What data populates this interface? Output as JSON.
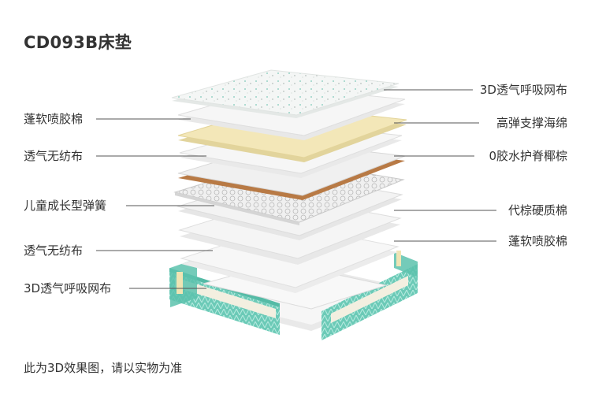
{
  "title": "CD093B床垫",
  "labels_left": [
    "蓬软喷胶棉",
    "透气无纺布",
    "儿童成长型弹簧",
    "透气无纺布",
    "3D透气呼吸网布"
  ],
  "labels_right": [
    "3D透气呼吸网布",
    "高弹支撑海绵",
    "0胶水护脊椰棕",
    "代棕硬质棉",
    "蓬软喷胶棉"
  ],
  "footnote": "此为3D效果图，请以实物为准",
  "colors": {
    "mesh_top": "#f2f4f3",
    "sponge": "#f3e7b8",
    "coir": "#b87a45",
    "white_layer": "#f1f1f1",
    "mesh_border": "#63c7b4",
    "leader_line": "#555555"
  }
}
